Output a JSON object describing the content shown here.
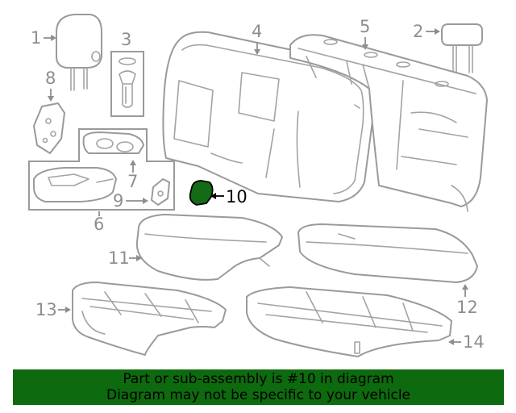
{
  "diagram": {
    "callouts": [
      "1",
      "2",
      "3",
      "4",
      "5",
      "6",
      "7",
      "8",
      "9",
      "10",
      "11",
      "12",
      "13",
      "14"
    ],
    "highlighted_callout": "10",
    "highlight_color": "#156a15",
    "line_color": "#9a9a9a"
  },
  "notice": {
    "line1": "Part or sub-assembly is #10 in diagram",
    "line2": "Diagram may not be specific to your vehicle",
    "background": "#0e6a0e"
  }
}
